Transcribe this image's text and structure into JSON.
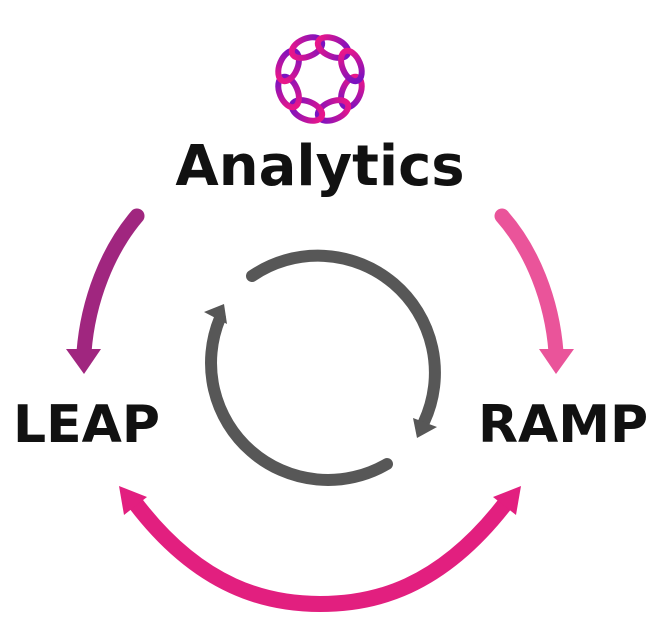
{
  "diagram": {
    "title": "Analytics",
    "nodes": [
      {
        "id": "analytics",
        "label": "Analytics"
      },
      {
        "id": "leap",
        "label": "LEAP"
      },
      {
        "id": "ramp",
        "label": "RAMP"
      }
    ],
    "edges": [
      {
        "from": "analytics",
        "to": "leap",
        "direction": "one-way",
        "color": "#a0267f"
      },
      {
        "from": "analytics",
        "to": "ramp",
        "direction": "one-way",
        "color": "#ea549a"
      },
      {
        "from": "leap",
        "to": "ramp",
        "direction": "two-way",
        "color": "#e21f7f"
      }
    ],
    "center_cycle": {
      "icon": "refresh-cycle-icon",
      "direction": "clockwise",
      "color": "#575757"
    },
    "logo": {
      "icon": "interlaced-ring-logo-icon",
      "gradient_start": "#e8168a",
      "gradient_end": "#7b12c0"
    }
  },
  "colors": {
    "text": "#111111",
    "background": "#ffffff"
  }
}
